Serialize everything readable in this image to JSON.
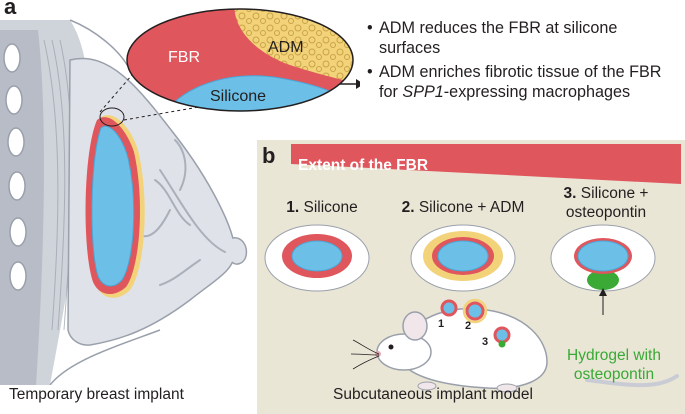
{
  "panel_a": {
    "label": "a",
    "inset_labels": {
      "fbr": "FBR",
      "adm": "ADM",
      "silicone": "Silicone"
    },
    "bullets": [
      {
        "dot": "•",
        "text": "ADM reduces the FBR at silicone surfaces"
      },
      {
        "dot": "•",
        "text_before": "ADM enriches fibrotic tissue of the FBR for ",
        "italic": "SPP1",
        "text_after": "-expressing macrophages"
      }
    ],
    "caption": "Temporary breast implant"
  },
  "panel_b": {
    "label": "b",
    "gradient_title": "Extent of the FBR",
    "conditions": [
      {
        "number": "1.",
        "label": "Silicone"
      },
      {
        "number": "2.",
        "label": "Silicone + ADM"
      },
      {
        "number": "3.",
        "label": "Silicone + osteopontin"
      }
    ],
    "mouse_markers": [
      "1",
      "2",
      "3"
    ],
    "hydrogel_label": "Hydrogel with osteopontin",
    "caption": "Subcutaneous implant model"
  },
  "colors": {
    "fbr_red": "#e0565d",
    "adm_yellow": "#f3d37a",
    "silicone_blue": "#6cbfe7",
    "hydrogel_green": "#3aa935",
    "panel_b_bg": "#eae6d6",
    "body_tissue": "#c9ccd4"
  }
}
